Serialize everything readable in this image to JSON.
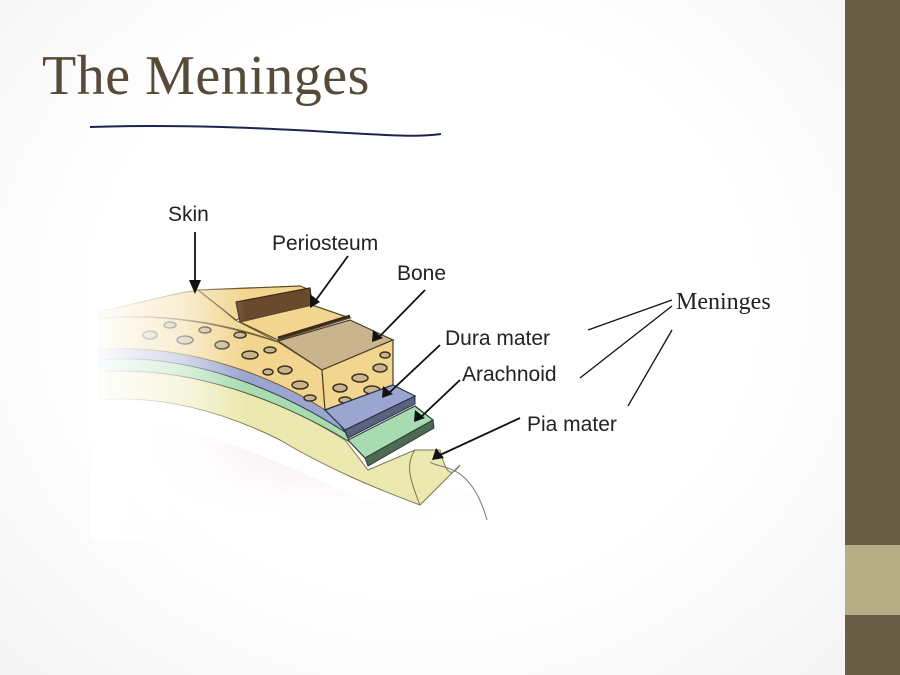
{
  "slide": {
    "title": "The Meninges"
  },
  "diagram": {
    "labels": {
      "skin": "Skin",
      "periosteum": "Periosteum",
      "bone": "Bone",
      "dura_mater": "Dura mater",
      "arachnoid": "Arachnoid",
      "pia_mater": "Pia mater",
      "meninges": "Meninges"
    }
  },
  "colors": {
    "title": "#554b38",
    "sidebar_dark": "#6b5e48",
    "sidebar_accent": "#b6af86",
    "skin": "#f2d58e",
    "bone_top": "#c9b48e",
    "dura": "#9aa6cf",
    "arachnoid": "#a8dcb0",
    "pia": "#ece9b0"
  }
}
